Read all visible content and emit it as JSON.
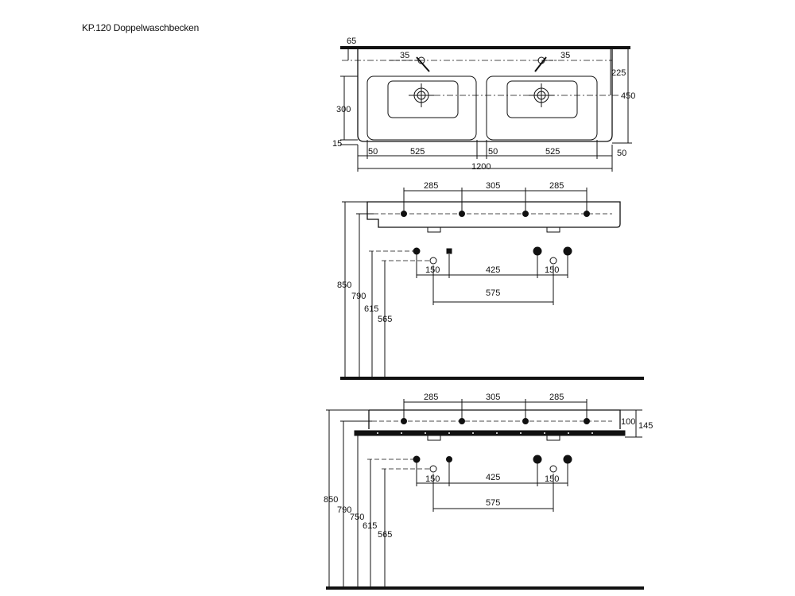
{
  "title": "KP.120 Doppelwaschbecken",
  "top_view": {
    "dims": {
      "back_offset": "65",
      "tap_hole_left": "35",
      "tap_hole_right": "35",
      "depth_upper": "225",
      "depth_total": "450",
      "basin_depth": "300",
      "front_rim": "15",
      "margin_left": "50",
      "basin_width_left": "525",
      "divider": "50",
      "basin_width_right": "525",
      "margin_right": "50",
      "total_width": "1200"
    }
  },
  "front_view_1": {
    "dims": {
      "bracket_spacing_left": "285",
      "bracket_spacing_mid": "305",
      "bracket_spacing_right": "285",
      "drain_offset_left": "150",
      "supply_spacing": "425",
      "drain_offset_right": "150",
      "drain_spacing": "575",
      "height_top": "850",
      "height_bracket": "790",
      "height_supply": "615",
      "height_drain": "565"
    }
  },
  "front_view_2": {
    "dims": {
      "bracket_spacing_left": "285",
      "bracket_spacing_mid": "305",
      "bracket_spacing_right": "285",
      "basin_height": "100",
      "cabinet_height": "145",
      "drain_offset_left": "150",
      "supply_spacing": "425",
      "drain_offset_right": "150",
      "drain_spacing": "575",
      "height_top": "850",
      "height_bracket": "790",
      "height_cabinet": "750",
      "height_supply": "615",
      "height_drain": "565"
    }
  }
}
